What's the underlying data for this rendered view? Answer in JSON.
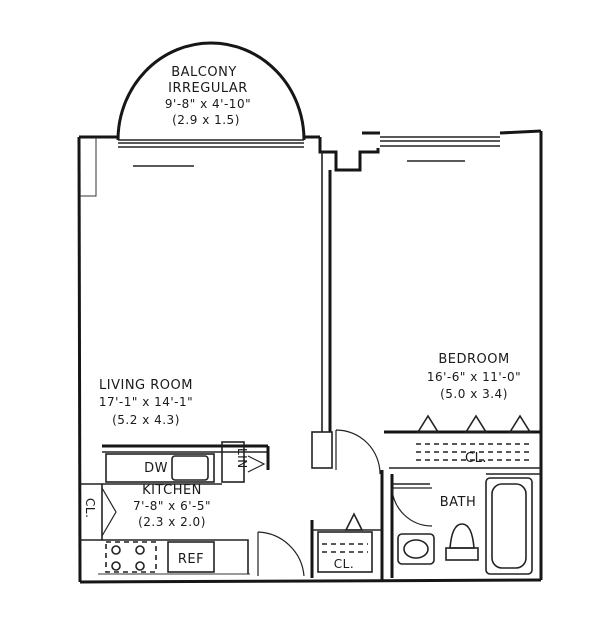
{
  "rooms": {
    "balcony": {
      "name": "BALCONY",
      "shape": "IRREGULAR",
      "dims_ft": "9'-8\" x 4'-10\"",
      "dims_m": "(2.9 x 1.5)"
    },
    "living_room": {
      "name": "LIVING ROOM",
      "dims_ft": "17'-1\" x 14'-1\"",
      "dims_m": "(5.2 x 4.3)"
    },
    "bedroom": {
      "name": "BEDROOM",
      "dims_ft": "16'-6\" x 11'-0\"",
      "dims_m": "(5.0 x 3.4)"
    },
    "kitchen": {
      "name": "KITCHEN",
      "dims_ft": "7'-8\" x 6'-5\"",
      "dims_m": "(2.3 x 2.0)"
    },
    "bath": {
      "name": "BATH"
    }
  },
  "fixtures": {
    "dishwasher": "DW",
    "linen": "LIN",
    "refrigerator": "REF",
    "closet": "CL."
  }
}
